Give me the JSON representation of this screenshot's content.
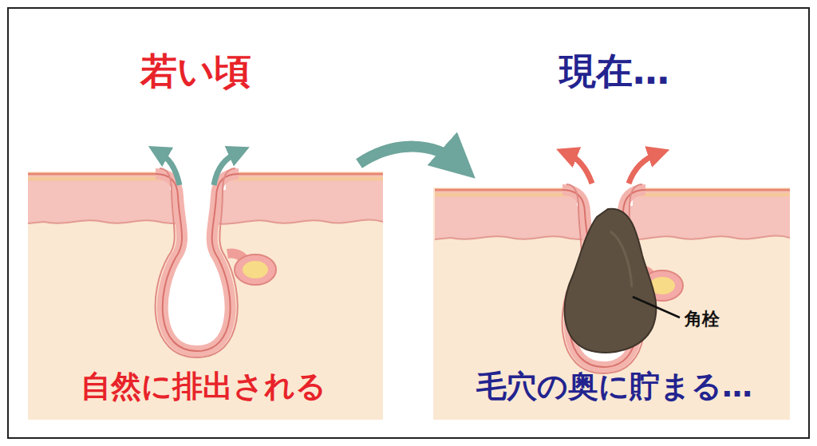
{
  "diagram": {
    "labels": [
      "若い頃",
      "現在…",
      "自然に排出される",
      "毛穴の奥に貯まる…",
      "角栓"
    ]
  }
}
